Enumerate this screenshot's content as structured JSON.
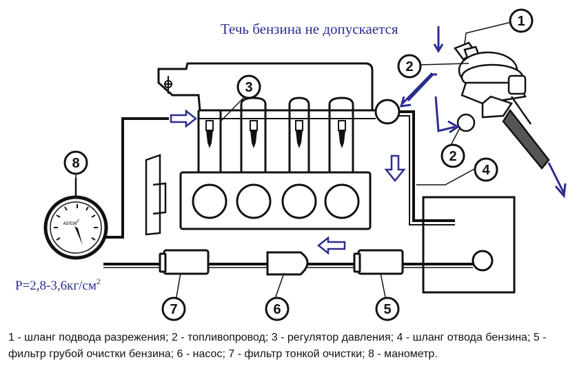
{
  "title": "Течь бензина не допускается",
  "pressure_label": "P=2,8-3,6кг/см",
  "pressure_superscript": "2",
  "gauge_unit": "кг/см",
  "gauge_unit_superscript": "2",
  "callouts": [
    "1",
    "2",
    "3",
    "2",
    "4",
    "8",
    "7",
    "6",
    "5"
  ],
  "caption": "1 - шланг подвода разрежения; 2 - топливопровод; 3 - регулятор давления; 4 - шланг отвода бензина; 5 - фильтр грубой очистки бензина; 6 - насос; 7 - фильтр тонкой очистки; 8 - манометр.",
  "colors": {
    "ink": "#111111",
    "accent": "#2b2d8f",
    "callout_fill": "#ffffff"
  }
}
